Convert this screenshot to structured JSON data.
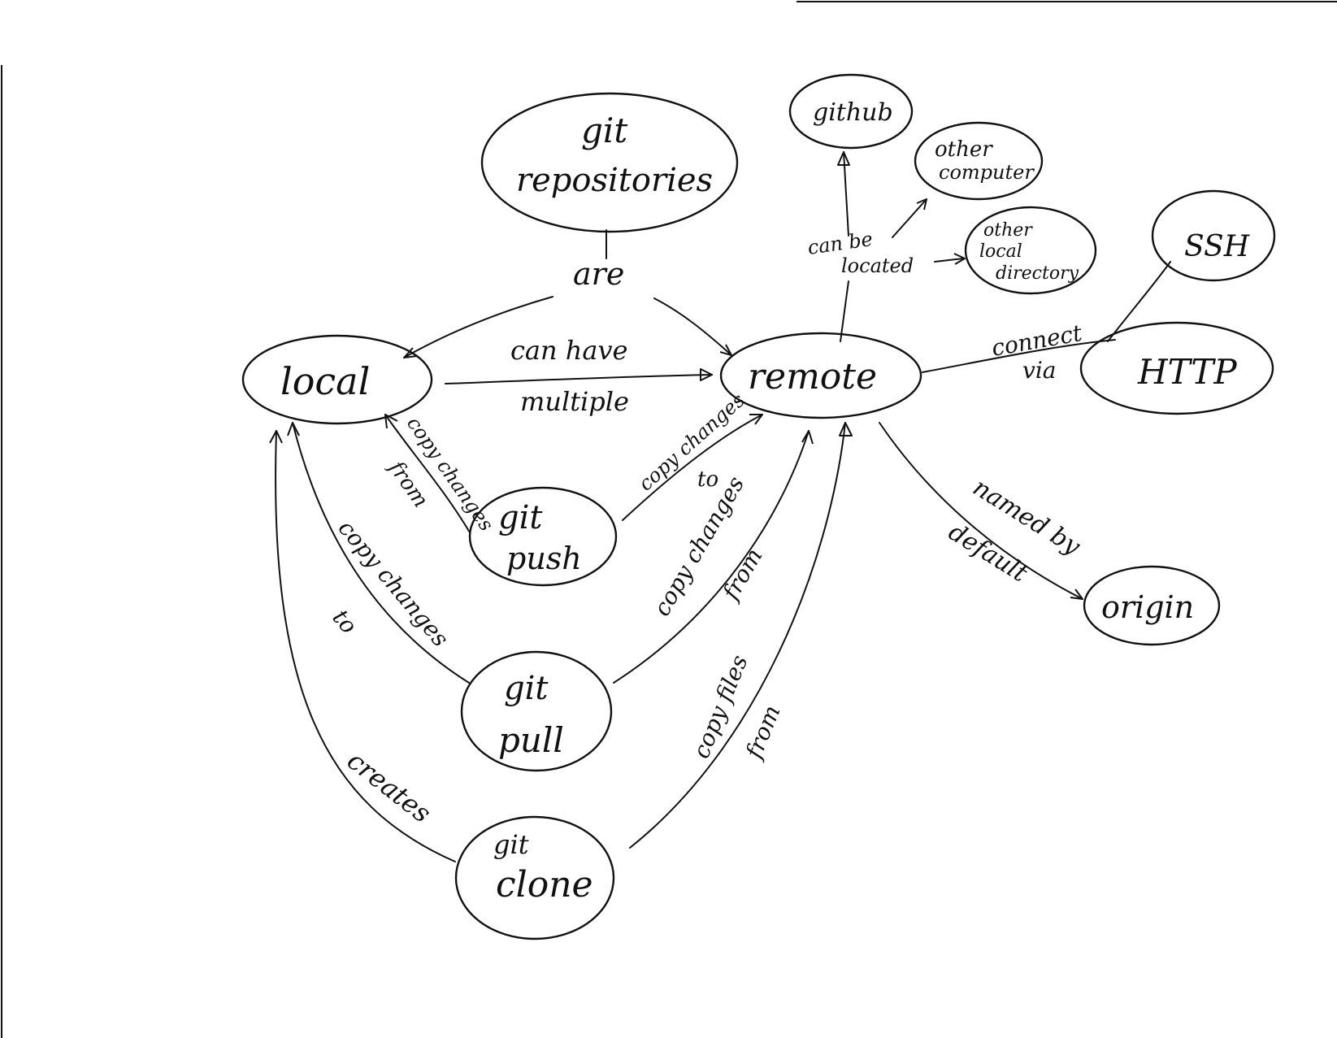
{
  "nodes": {
    "git_repositories": {
      "line1": "git",
      "line2": "repositories"
    },
    "local": "local",
    "remote": "remote",
    "github": "github",
    "other_computer": {
      "line1": "other",
      "line2": "computer"
    },
    "other_local_directory": {
      "line1": "other",
      "line2": "local",
      "line3": "directory"
    },
    "ssh": "SSH",
    "http": "HTTP",
    "origin": "origin",
    "git_push": {
      "line1": "git",
      "line2": "push"
    },
    "git_pull": {
      "line1": "git",
      "line2": "pull"
    },
    "git_clone": {
      "line1": "git",
      "line2": "clone"
    }
  },
  "edges": {
    "are": "are",
    "can_have": "can have",
    "multiple": "multiple",
    "can_be": "can be",
    "located": "located",
    "connect": "connect",
    "via": "via",
    "named_by": "named by",
    "default": "default",
    "push_from_1": "copy changes",
    "push_from_2": "from",
    "push_to_1": "copy changes",
    "push_to_2": "to",
    "pull_to_1": "copy changes",
    "pull_to_2": "to",
    "pull_from_1": "copy changes",
    "pull_from_2": "from",
    "clone_from_1": "copy files",
    "clone_from_2": "from",
    "creates": "creates"
  }
}
